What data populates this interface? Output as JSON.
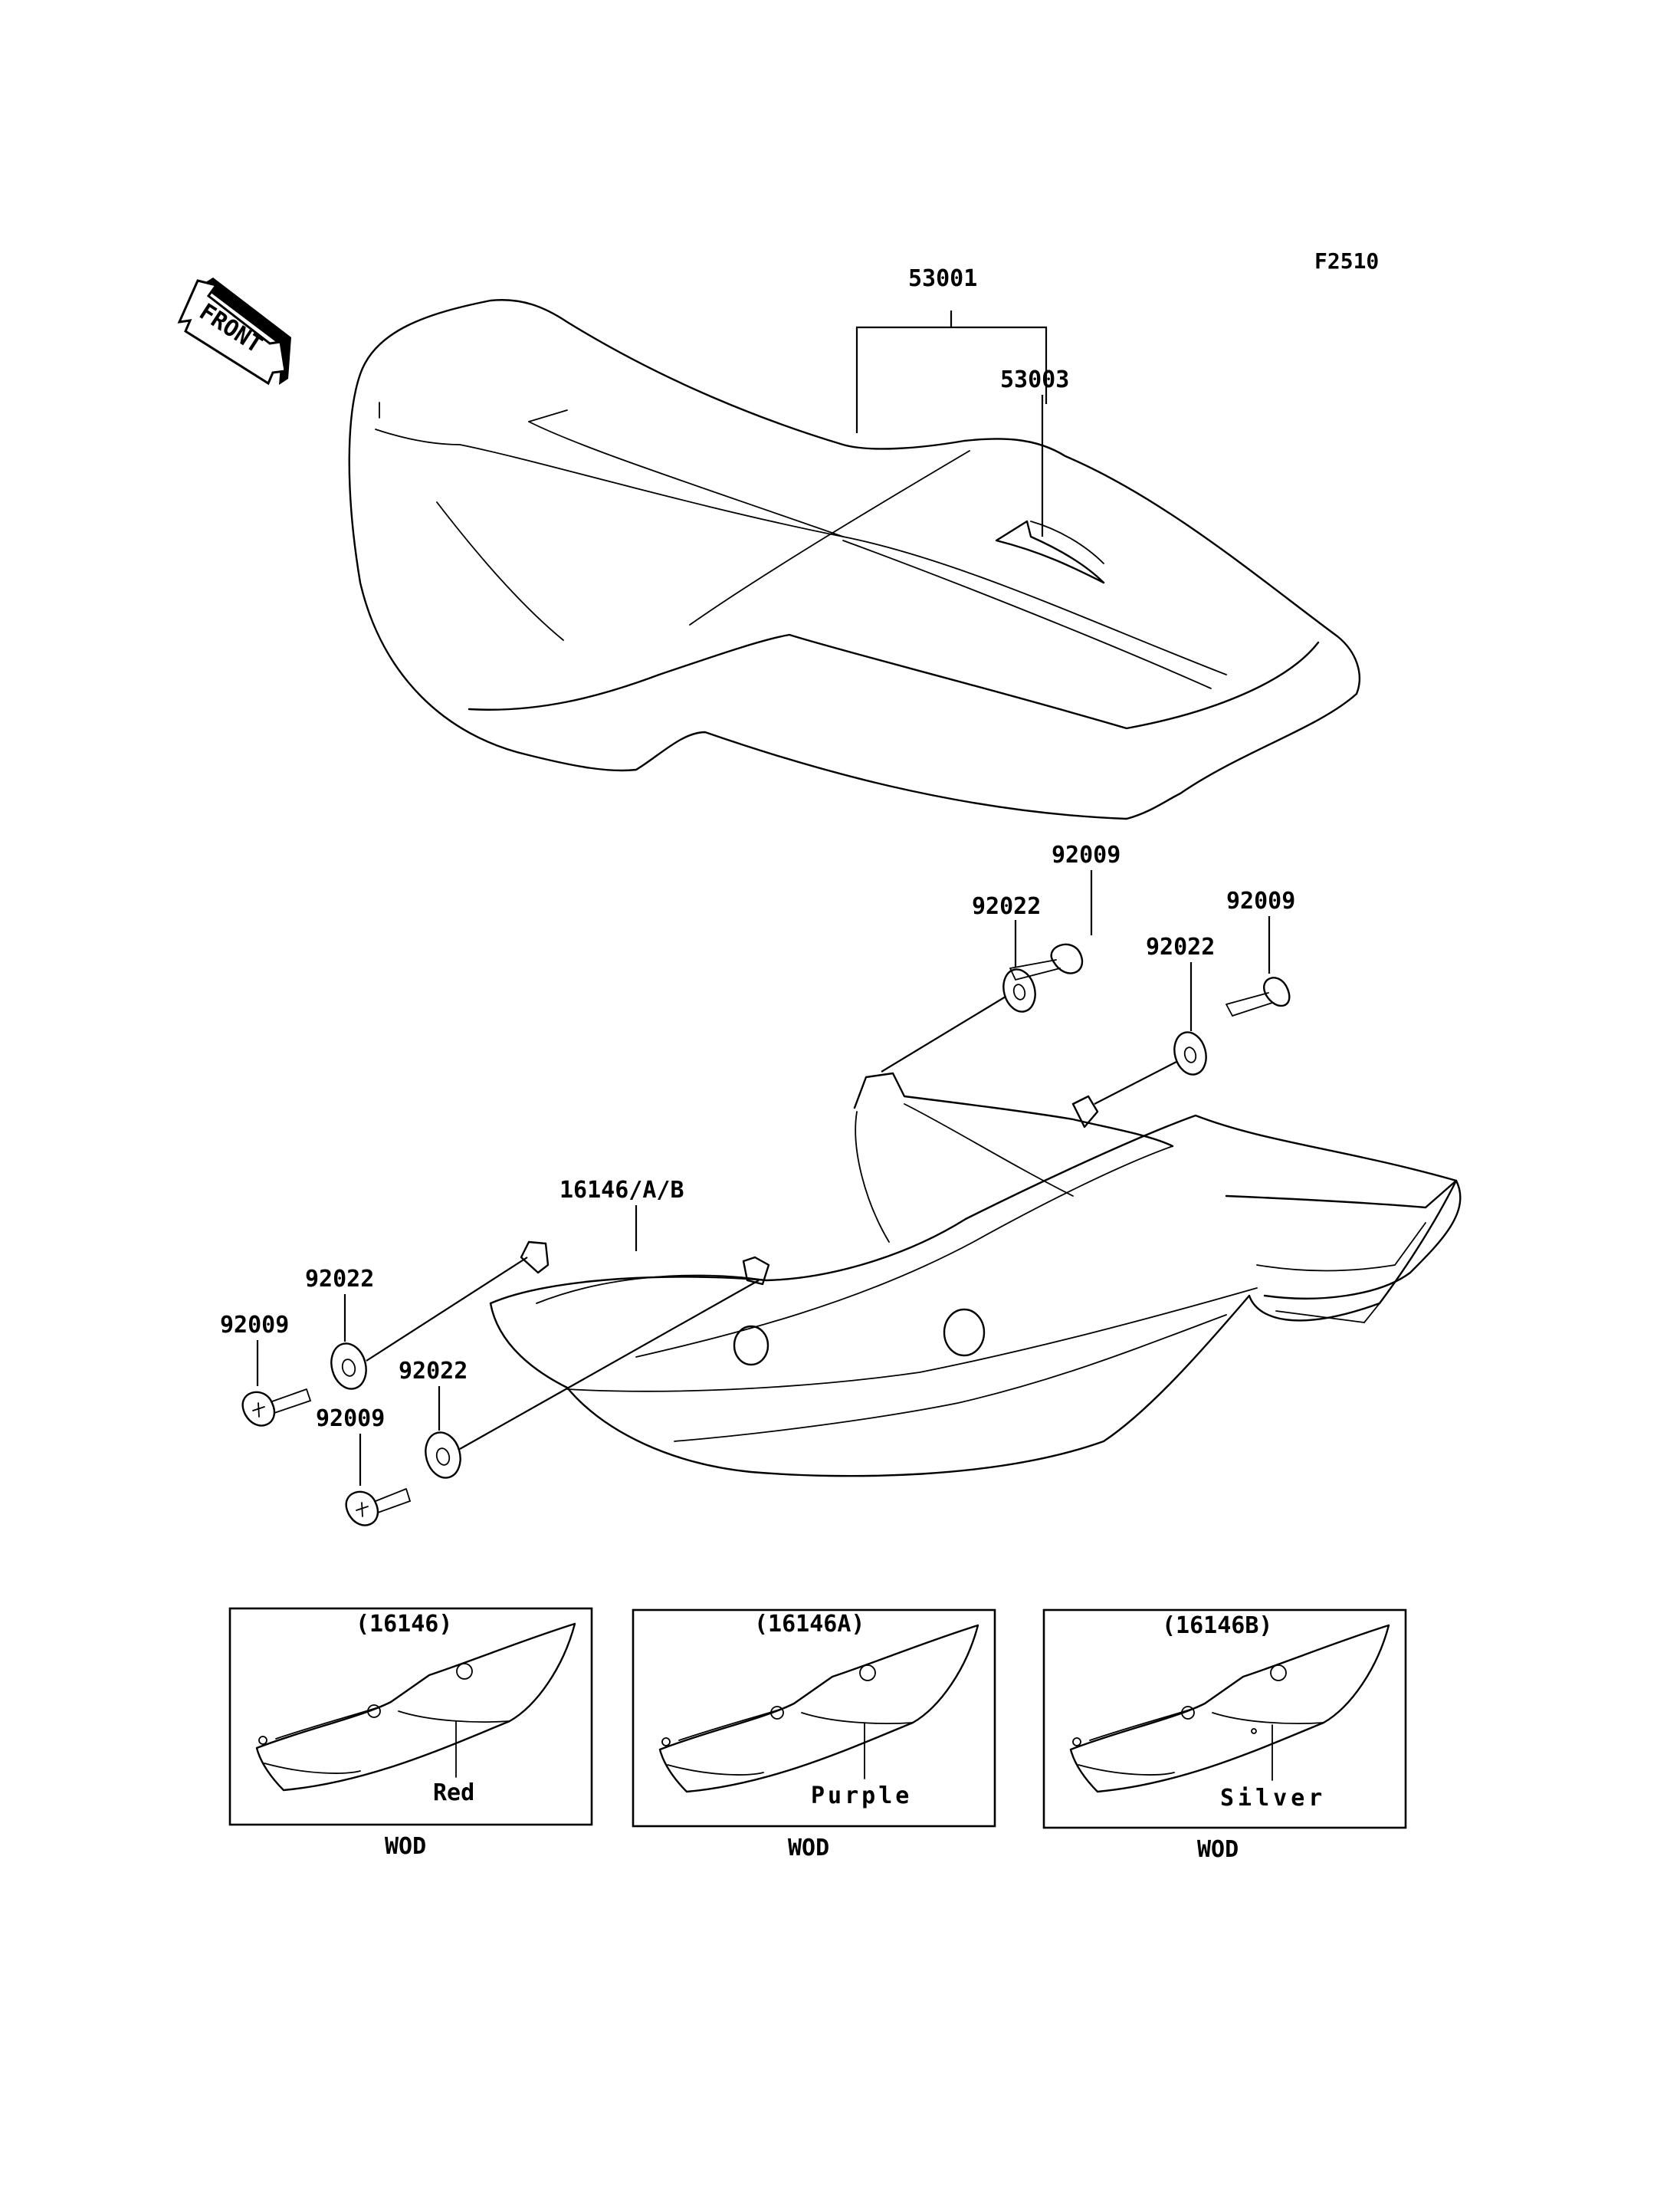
{
  "figure_code": "F2510",
  "front_arrow_label": "FRONT",
  "callouts": {
    "seat": "53001",
    "seat_strap": "53003",
    "side_cover": "16146/A/B",
    "bolt_top_center": "92009",
    "washer_top_left": "92022",
    "bolt_top_right": "92009",
    "washer_top_right": "92022",
    "washer_left_upper": "92022",
    "bolt_left_upper": "92009",
    "washer_left_lower": "92022",
    "bolt_left_lower": "92009"
  },
  "variants": [
    {
      "part": "(16146)",
      "color": "Red",
      "code": "WOD"
    },
    {
      "part": "(16146A)",
      "color": "Purple",
      "code": "WOD"
    },
    {
      "part": "(16146B)",
      "color": "Silver",
      "code": "WOD"
    }
  ]
}
